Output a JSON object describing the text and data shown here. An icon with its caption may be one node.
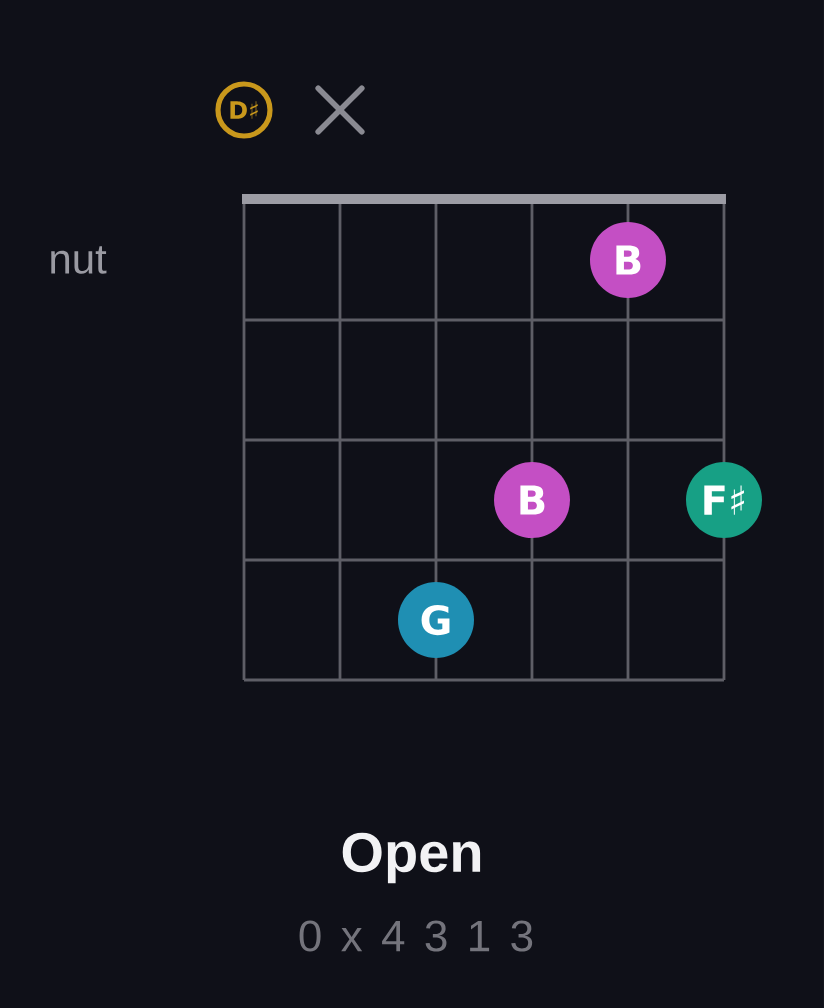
{
  "diagram": {
    "title": "Open",
    "caption": "0 x 4 3 1 3",
    "nodes": [
      {
        "text": [
          "D♯"
        ]
      },
      {
        "text": [],
        "shape": "cross"
      },
      {
        "text": [
          "B"
        ]
      },
      {
        "text": [
          "B"
        ]
      },
      {
        "text": [
          "F♯"
        ]
      },
      {
        "text": [
          "G"
        ]
      }
    ],
    "labels": [
      "nut"
    ]
  }
}
